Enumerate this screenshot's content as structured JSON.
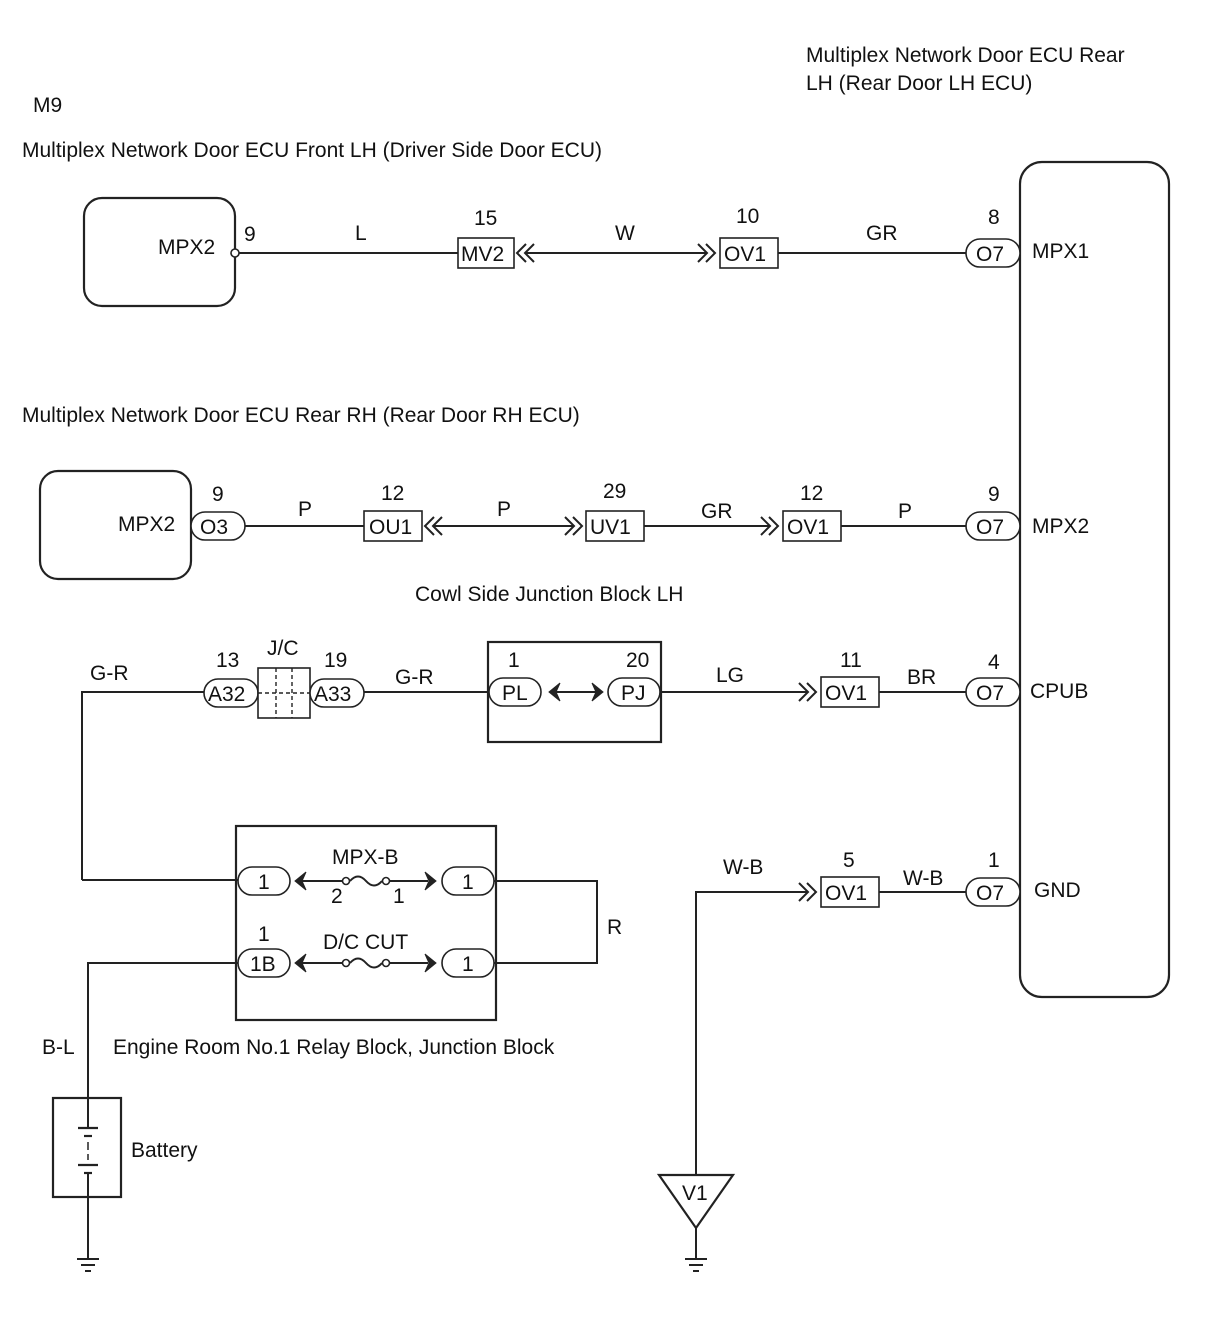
{
  "labels": {
    "rear_lh_ecu_line1": "Multiplex Network Door ECU Rear",
    "rear_lh_ecu_line2": "LH (Rear Door LH ECU)",
    "m9": "M9",
    "front_lh_ecu": "Multiplex Network Door ECU Front LH (Driver Side Door ECU)",
    "rear_rh_ecu": "Multiplex Network Door ECU Rear RH (Rear Door RH ECU)",
    "cowl_jb": "Cowl Side Junction Block LH",
    "engine_room_block": "Engine Room No.1 Relay Block, Junction Block",
    "battery": "Battery",
    "jc": "J/C"
  },
  "ecu_pins": {
    "mpx1": "MPX1",
    "mpx2": "MPX2",
    "cpub": "CPUB",
    "gnd": "GND",
    "front_mpx2": "MPX2",
    "rear_rh_mpx2": "MPX2"
  },
  "wire_colors": {
    "row1_l": "L",
    "row1_w": "W",
    "row1_gr": "GR",
    "row2_p1": "P",
    "row2_p2": "P",
    "row2_gr": "GR",
    "row2_p3": "P",
    "row3_gr_left": "G-R",
    "row3_gr_mid": "G-R",
    "row3_lg": "LG",
    "row3_br": "BR",
    "r": "R",
    "bl": "B-L",
    "wb1": "W-B",
    "wb2": "W-B"
  },
  "pin_numbers": {
    "front_9": "9",
    "mv2_15": "15",
    "ov1_10": "10",
    "o7_8": "8",
    "o3_9": "9",
    "ou1_12": "12",
    "uv1_29": "29",
    "ov1_12": "12",
    "o7_9": "9",
    "a32_13": "13",
    "a33_19": "19",
    "pl_1": "1",
    "pj_20": "20",
    "ov1_11": "11",
    "o7_4": "4",
    "ov1_5": "5",
    "o7_1": "1",
    "fuse_2": "2",
    "fuse_1": "1",
    "b1_1": "1"
  },
  "connectors": {
    "mv2": "MV2",
    "ov1_row1": "OV1",
    "o7_row1": "O7",
    "o3": "O3",
    "ou1": "OU1",
    "uv1": "UV1",
    "ov1_row2": "OV1",
    "o7_row2": "O7",
    "a32": "A32",
    "a33": "A33",
    "pl": "PL",
    "pj": "PJ",
    "ov1_row3": "OV1",
    "o7_row3": "O7",
    "ov1_gnd": "OV1",
    "o7_gnd": "O7",
    "eb_1a": "1",
    "eb_1b": "1",
    "eb_1b_left": "1B",
    "eb_1c": "1",
    "v1": "V1"
  },
  "fuses": {
    "mpx_b": "MPX-B",
    "dc_cut": "D/C CUT"
  }
}
